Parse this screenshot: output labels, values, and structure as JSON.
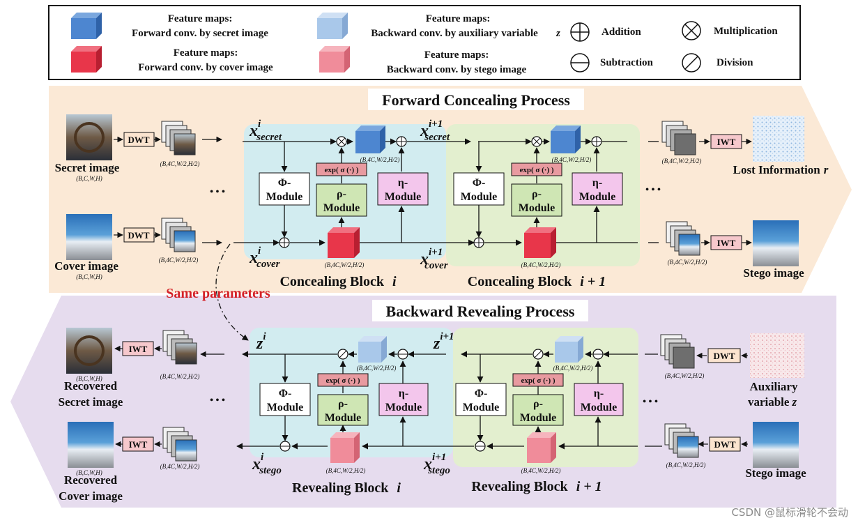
{
  "legend": {
    "fmap_label": "Feature maps:",
    "fwd_secret": "Forward conv. by secret image",
    "fwd_cover": "Forward conv. by cover image",
    "bwd_aux": "Backward conv. by auxiliary variable",
    "bwd_aux_var": "z",
    "bwd_stego": "Backward conv. by stego image",
    "addition": "Addition",
    "subtraction": "Subtraction",
    "multiplication": "Multiplication",
    "division": "Division"
  },
  "forward": {
    "title": "Forward Concealing Process",
    "secret_image": "Secret image",
    "cover_image": "Cover image",
    "lost_info": "Lost Information",
    "lost_info_var": "r",
    "stego_image": "Stego image",
    "block_i": "Concealing Block",
    "block_i1": "Concealing Block",
    "idx_i": "i",
    "idx_i1": "i + 1"
  },
  "backward": {
    "title": "Backward Revealing Process",
    "rec_secret_1": "Recovered",
    "rec_secret_2": "Secret image",
    "rec_cover_1": "Recovered",
    "rec_cover_2": "Cover image",
    "aux_1": "Auxiliary",
    "aux_2": "variable",
    "aux_var": "z",
    "stego_image": "Stego image",
    "block_i": "Revealing Block",
    "block_i1": "Revealing Block",
    "idx_i": "i",
    "idx_i1": "i + 1"
  },
  "labels": {
    "dwt": "DWT",
    "iwt": "IWT",
    "phi_1": "Φ-",
    "rho_1": "ρ-",
    "eta_1": "η-",
    "module": "Module",
    "exp": "exp( σ (·) )",
    "shape_full": "(B,C,W,H)",
    "shape_half": "(B,4C,W/2,H/2)",
    "ellipsis": "• • •",
    "same_params": "Same parameters"
  },
  "vars": {
    "x": "x",
    "z": "z",
    "secret": "secret",
    "cover": "cover",
    "stego": "stego",
    "i": "i",
    "i1": "i+1"
  },
  "watermark": "CSDN @鼠标滑轮不会动",
  "colors": {
    "fwd_bg": "#fbe9d6",
    "bwd_bg": "#e6dcee",
    "block_blue": "#d2ecf0",
    "block_green": "#e3efcf",
    "cube_blue": "#4d86d0",
    "cube_red": "#e8364a",
    "cube_lightblue": "#a9c8ea",
    "cube_pink": "#f08c9a",
    "phi_box": "#ffffff",
    "rho_box": "#cfe6b4",
    "eta_box": "#f3c6ec",
    "exp_box": "#e89aa0",
    "title_red": "#d42127"
  }
}
